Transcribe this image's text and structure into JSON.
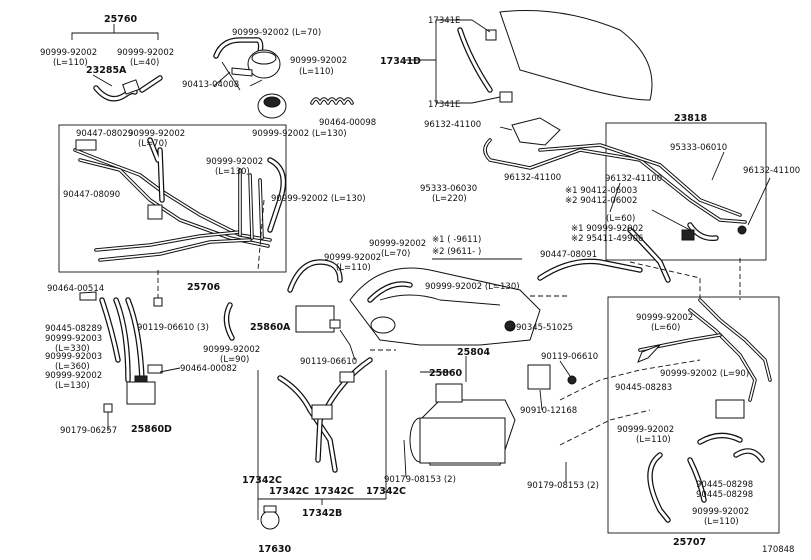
{
  "labels": {
    "p25760": "25760",
    "p9099_a": "90999-92002",
    "p9099_a_len": "(L=110)",
    "p9099_b": "90999-92002",
    "p9099_b_len": "(L=40)",
    "p23285a": "23285A",
    "p90999_70a": "90999-92002 (L=70)",
    "p90413": "90413-04008",
    "p90999_110a": "90999-92002",
    "p90999_110a_len": "(L=110)",
    "p90464_98": "90464-00098",
    "p90999_130a": "90999-92002 (L=130)",
    "p90447_29": "90447-08029",
    "p90999_70b": "90999-92002",
    "p90999_70b_len": "(L=70)",
    "p90447_90": "90447-08090",
    "p90999_130b": "90999-92002",
    "p90999_130b_len": "(L=130)",
    "p90999_130c": "90999-92002 (L=130)",
    "p25706": "25706",
    "p90464_514": "90464-00514",
    "p90445_289": "90445-08289",
    "p90999_03a": "90999-92003",
    "p90999_03a_len": "(L=330)",
    "p90999_03b": "90999-92003",
    "p90999_03b_len": "(L=360)",
    "p90999_130d": "90999-92002",
    "p90999_130d_len": "(L=130)",
    "p90119_3": "90119-06610 (3)",
    "p90999_90a": "90999-92002",
    "p90999_90a_len": "(L=90)",
    "p90464_82": "90464-00082",
    "p90179_257": "90179-06257",
    "p25860d": "25860D",
    "p17341e_top": "17341E",
    "p17341d": "17341D",
    "p17341e_bot": "17341E",
    "p96132_a": "96132-41100",
    "p23818": "23818",
    "p95333_10": "95333-06010",
    "p96132_b": "96132-41100",
    "p96132_c": "96132-41100",
    "p95333_30": "95333-06030",
    "p95333_30_len": "(L=220)",
    "p96132_d": "96132-41100",
    "p190412": "※1 90412-06003",
    "p290412": "※2 90412-06002",
    "p_l60a": "(L=60)",
    "p190999": "※1 90999-92002",
    "p295411": "※2 95411-49906",
    "p90999_110b": "90999-92002",
    "p90999_110b_len": "(L=110)",
    "p90999_70c": "90999-92002",
    "p90999_70c_len": "(L=70)",
    "p90999_130e": "90999-92002 (L=130)",
    "note1": "※1 (      -9611)",
    "note2": "※2 (9611-        )",
    "p90447_91": "90447-08091",
    "p25860a": "25860A",
    "p90119_b": "90119-06610",
    "p90999_90b": "90999-92002",
    "p90999_90b_len": "(L=90)",
    "p90345": "90345-51025",
    "p25804": "25804",
    "p25860": "25860",
    "p90119_c": "90119-06610",
    "p90910": "90910-12168",
    "p90999_60b": "90999-92002",
    "p90999_60b_len": "(L=60)",
    "p90999_90c": "90999-92002 (L=90)",
    "p90445_283": "90445-08283",
    "p90999_110c": "90999-92002",
    "p90999_110c_len": "(L=110)",
    "p90445_298a": "90445-08298",
    "p90445_298b": "90445-08298",
    "p90999_110d": "90999-92002",
    "p90999_110d_len": "(L=110)",
    "p90179_2a": "90179-08153 (2)",
    "p90179_2b": "90179-08153 (2)",
    "p17342c_a": "17342C",
    "p17342c_b": "17342C",
    "p17342c_c": "17342C",
    "p17342c_d": "17342C",
    "p17342b": "17342B",
    "p17630": "17630",
    "p25707": "25707",
    "fig_id": "170848"
  }
}
